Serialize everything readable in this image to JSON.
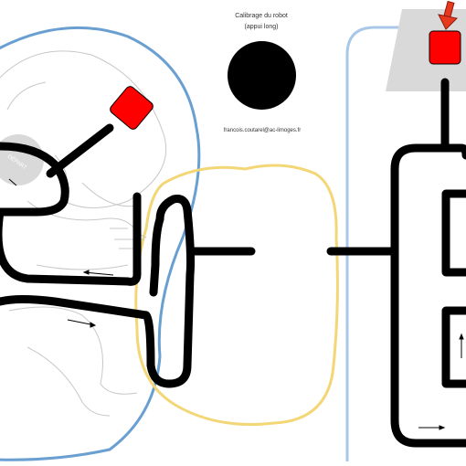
{
  "calibration": {
    "title": "Calibrage du robot",
    "hint": "(appui long)"
  },
  "contact": {
    "email": "francois.coutarel@ac-limoges.fr"
  },
  "start_zone": {
    "label": "DÉPART"
  },
  "colors": {
    "track": "#000000",
    "target": "#ff0000",
    "zone_blue": "#6a9fd1",
    "zone_light_blue": "#a9c8e8",
    "zone_yellow": "#f3d676",
    "start_zone": "#d9d9d9",
    "sketch": "#c8c8c8",
    "arrow_marker": "#e8391e"
  },
  "icons": {
    "target_left": "red-square-target-icon",
    "target_right": "red-square-target-icon",
    "pointer": "red-down-arrow-icon",
    "direction": "direction-arrow-icon"
  }
}
